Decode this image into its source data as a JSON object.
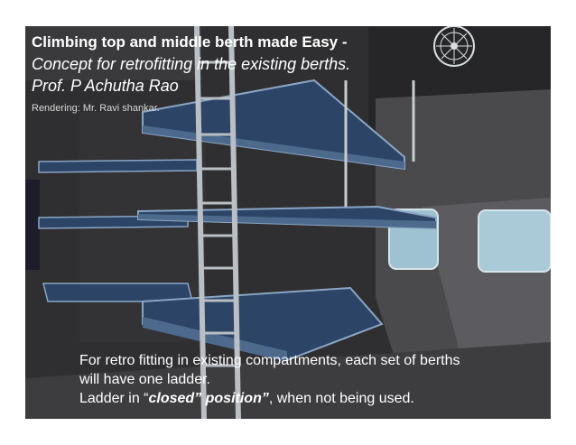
{
  "slide": {
    "title_bold": "Climbing top and middle berth made Easy -",
    "subtitle": "Concept for retrofitting in the existing berths.",
    "author": "Prof. P Achutha Rao",
    "credit": "Rendering:  Mr. Ravi shankar.",
    "caption_line1": "For retro fitting in existing compartments, each set of berths",
    "caption_line2": "will have one ladder.",
    "caption_line3_pre": "Ladder in “",
    "caption_line3_em": "closed” position”",
    "caption_line3_post": ", when not being used."
  },
  "colors": {
    "wall": "#2e2e30",
    "berth_top": "#2c4566",
    "berth_edge": "#8aa6c4",
    "ladder": "#b9bfc4",
    "window": "#9ec2cf"
  }
}
